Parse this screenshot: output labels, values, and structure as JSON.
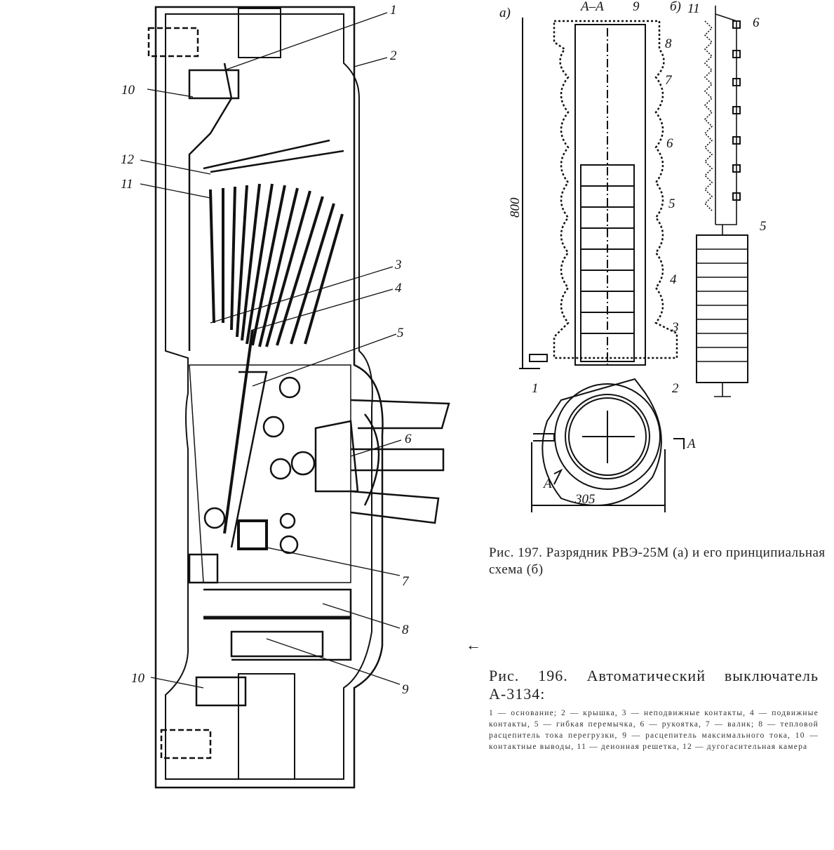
{
  "fig196": {
    "labels": {
      "l1": "1",
      "l2": "2",
      "l3": "3",
      "l4": "4",
      "l5": "5",
      "l6": "6",
      "l7": "7",
      "l8": "8",
      "l9": "9",
      "l10a": "10",
      "l10b": "10",
      "l11": "11",
      "l12": "12"
    },
    "caption_title": "Рис. 196. Автоматический выключатель А-3134:",
    "caption_legend": "1 — основание; 2 — крышка, 3 — неподвижные контакты, 4 — подвижные контакты, 5 — гибкая перемычка, 6 — рукоятка, 7 — валик; 8 — тепловой расцепитель тока перегрузки, 9 — расцепитель максимального тока, 10 — контактные выводы, 11 — деионная решетка, 12 — дугогасительная камера"
  },
  "fig197": {
    "labels": {
      "a": "а)",
      "section": "А–А",
      "n9": "9",
      "b": "б)",
      "n11": "11",
      "n6s": "6",
      "n8": "8",
      "n7": "7",
      "n6": "6",
      "n5": "5",
      "n4": "4",
      "n3": "3",
      "n2": "2",
      "n1": "1",
      "n5s": "5",
      "dim800": "800",
      "dim305": "305",
      "secA1": "А",
      "secA2": "А"
    },
    "caption": "Рис. 197. Разрядник РВЭ-25М (а) и его принципиальная схема (б)"
  },
  "arrow": "←"
}
